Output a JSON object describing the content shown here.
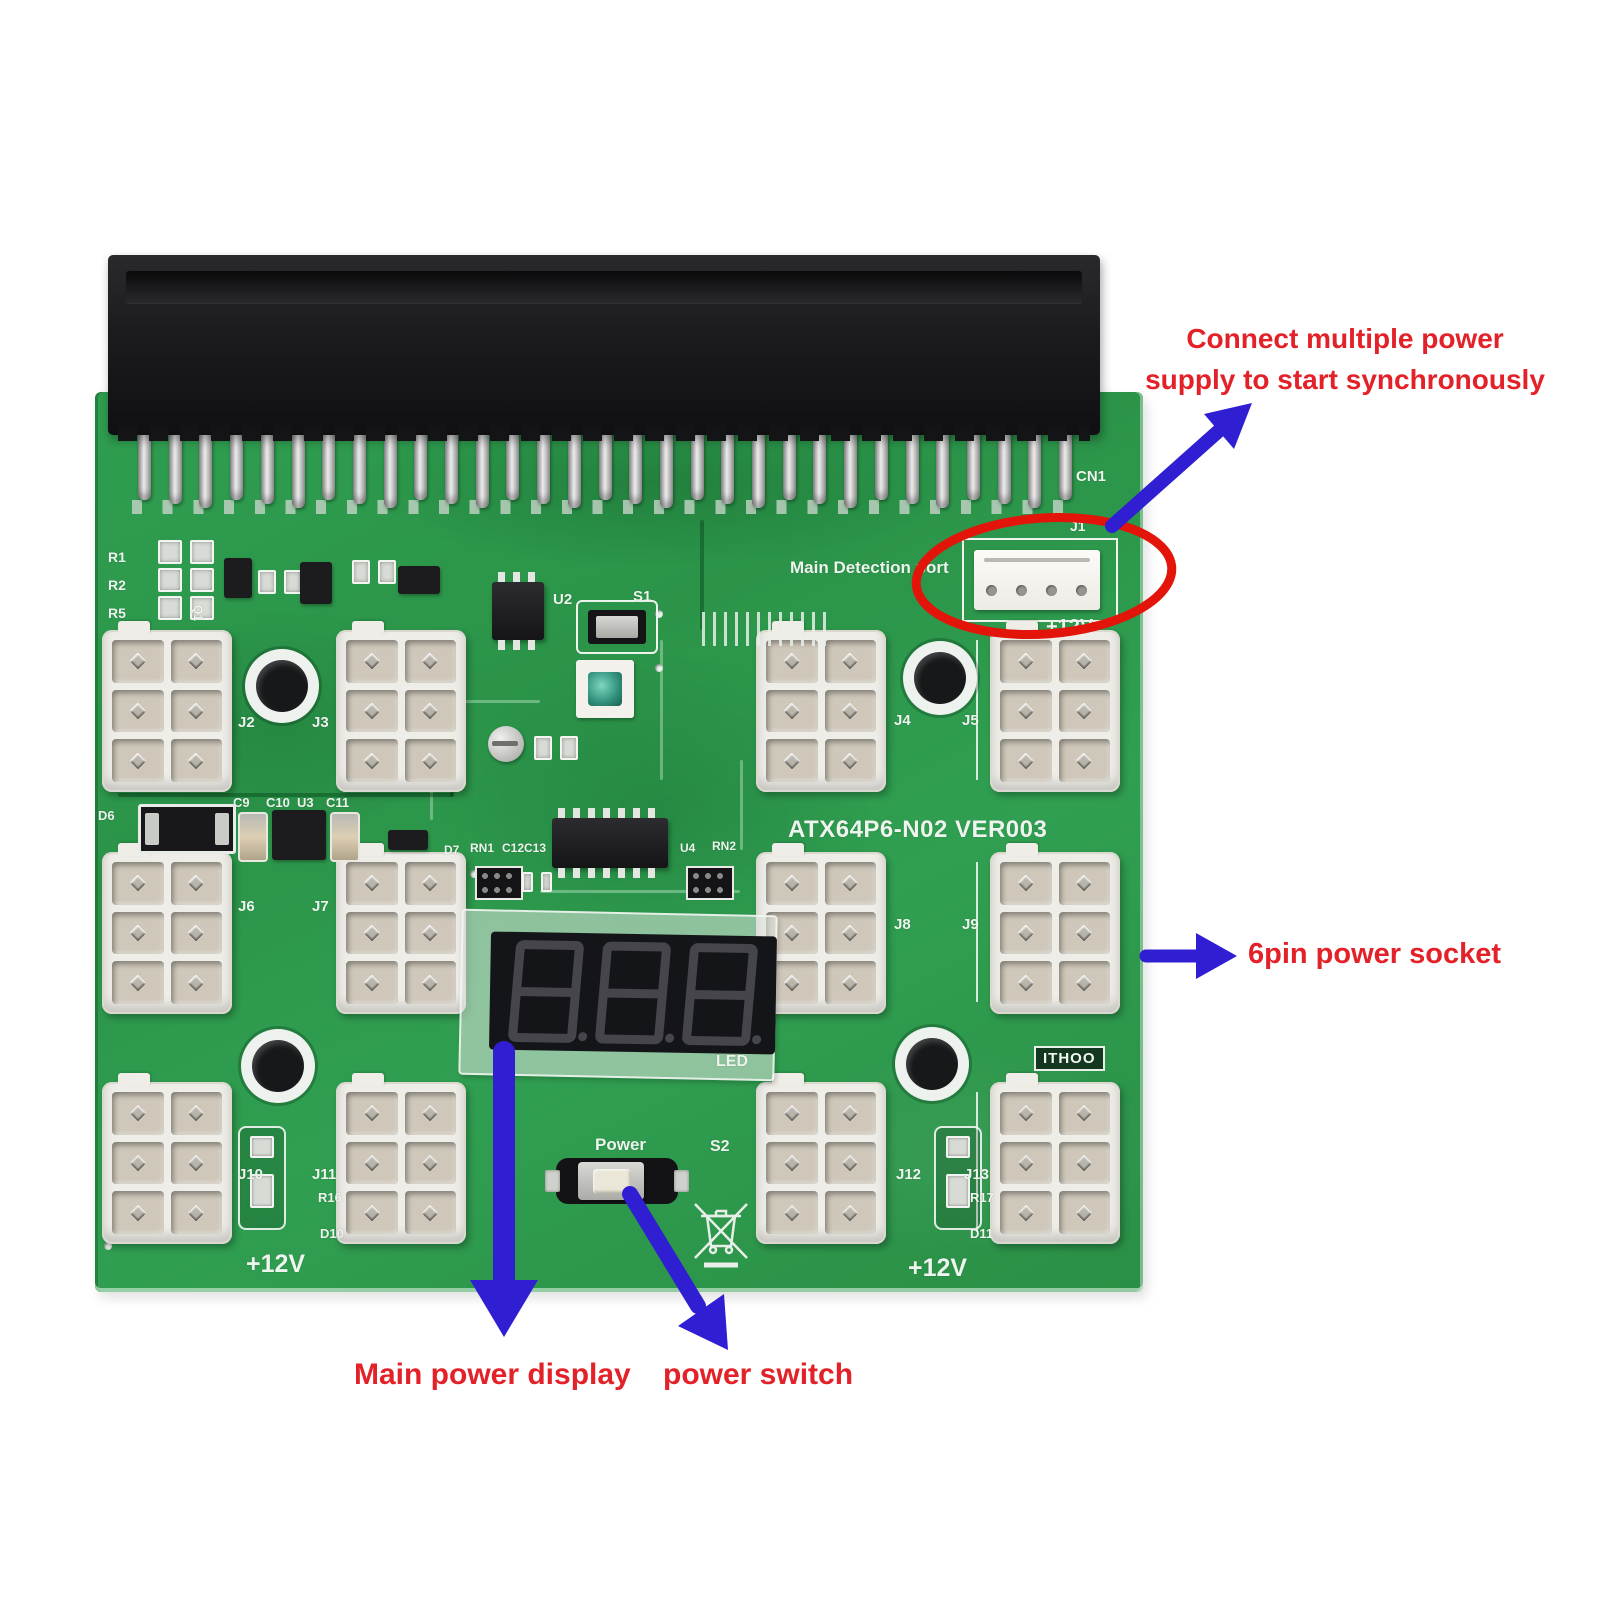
{
  "annotations": {
    "connect_note_line1": "Connect multiple power",
    "connect_note_line2": "supply to start synchronously",
    "socket_note": "6pin power socket",
    "display_note": "Main power display",
    "switch_note": "power switch"
  },
  "colors": {
    "note_red": "#e32128",
    "arrow_blue": "#2f1ed2",
    "ellipse_red": "#e31409",
    "board_green": "#2e9a4e"
  },
  "board": {
    "model": "ATX64P6-N02 VER003",
    "brand": "ITHOO",
    "edge_connector_ref": "CN1",
    "detection_port": {
      "ref": "J1",
      "label": "Main Detection port",
      "voltage": "+12V"
    },
    "led_display": {
      "ref": "LED",
      "digits": [
        "8",
        "8",
        "8"
      ]
    },
    "power_button": {
      "label": "Power",
      "ref": "S2"
    },
    "voltage_label_left": "+12V",
    "voltage_label_right": "+12V",
    "sockets": [
      {
        "ref": "J2"
      },
      {
        "ref": "J3"
      },
      {
        "ref": "J4"
      },
      {
        "ref": "J5"
      },
      {
        "ref": "J6"
      },
      {
        "ref": "J7"
      },
      {
        "ref": "J8"
      },
      {
        "ref": "J9"
      },
      {
        "ref": "J10"
      },
      {
        "ref": "J11"
      },
      {
        "ref": "J12"
      },
      {
        "ref": "J13"
      }
    ],
    "silkscreen": {
      "r1": "R1",
      "r2": "R2",
      "r5": "R5",
      "q1": "Q1",
      "u2": "U2",
      "s1": "S1",
      "c9": "C9",
      "c10": "C10",
      "u3": "U3",
      "c11": "C11",
      "d6": "D6",
      "d7": "D7",
      "rn1": "RN1",
      "c12c13": "C12C13",
      "u4": "U4",
      "rn2": "RN2",
      "r16": "R16",
      "d10": "D10",
      "r17": "R17",
      "d11": "D11"
    }
  }
}
